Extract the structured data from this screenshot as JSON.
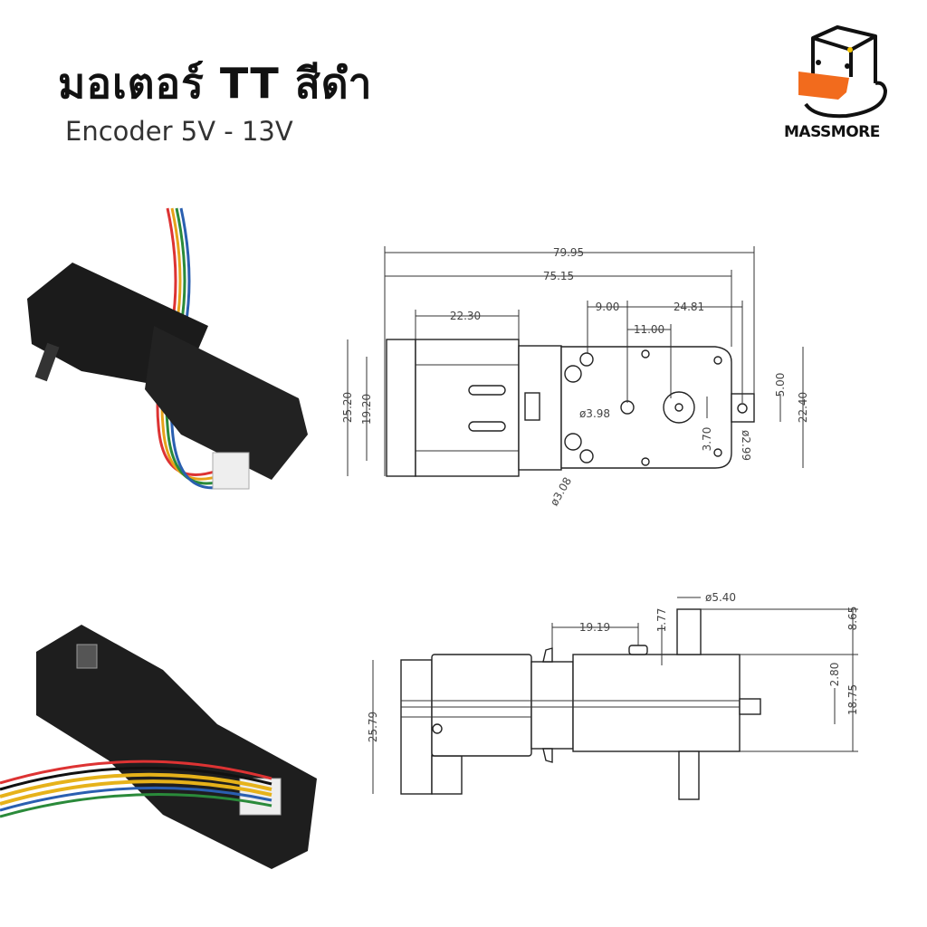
{
  "header": {
    "title": "มอเตอร์ TT สีดำ",
    "subtitle": "Encoder 5V - 13V"
  },
  "logo": {
    "brand": "MASSMORE",
    "accent": "#f26b1d"
  },
  "top_view": {
    "dims": {
      "overall": "79.95",
      "body": "75.15",
      "can": "22.30",
      "d1": "9.00",
      "d2": "24.81",
      "d3": "11.00",
      "h_outer": "25.20",
      "h_inner": "19.20",
      "h_gear": "22.40",
      "tab": "5.00",
      "shaft_off": "3.70",
      "hole1": "ø3.98",
      "hole2": "ø2.99",
      "hole3": "ø3.08"
    }
  },
  "side_view": {
    "dims": {
      "height": "25.79",
      "offset": "19.19",
      "bump": "1.77",
      "shaft_d": "ø5.40",
      "shaft_len": "8.65",
      "gear_h": "18.75",
      "small": "2.80"
    }
  }
}
